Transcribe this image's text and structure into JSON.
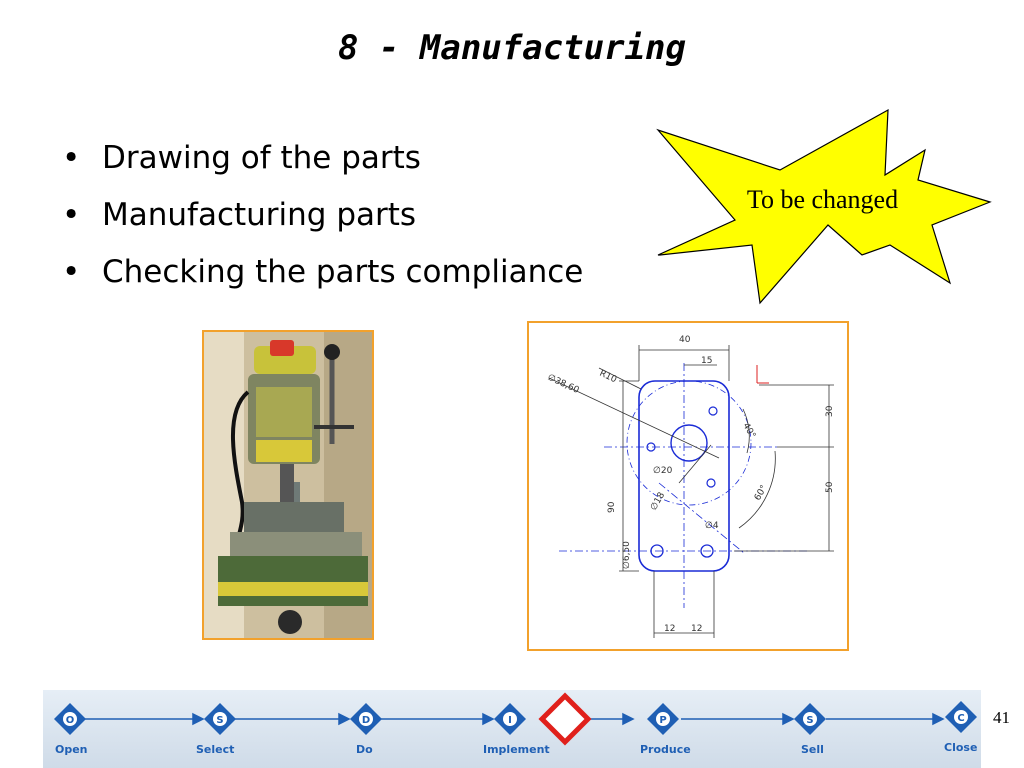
{
  "slide": {
    "title": "8 - Manufacturing",
    "bullets": [
      "Drawing  of the parts",
      "Manufacturing parts",
      "Checking the parts compliance"
    ],
    "callout": "To be changed",
    "page_number": "41"
  },
  "drawing": {
    "dims": {
      "d40": "40",
      "d15": "15",
      "d30": "30",
      "d50": "50",
      "d90": "90",
      "r10": "R10",
      "dia3860": "∅38,60",
      "a40": "40°",
      "a60": "60°",
      "dia20": "∅20",
      "dia18": "∅18",
      "dia4": "∅4",
      "dia650": "∅6,50",
      "d12a": "12",
      "d12b": "12"
    }
  },
  "footer": {
    "steps": [
      {
        "letter": "O",
        "label": "Open"
      },
      {
        "letter": "S",
        "label": "Select"
      },
      {
        "letter": "D",
        "label": "Do"
      },
      {
        "letter": "I",
        "label": "Implement"
      },
      {
        "letter": "P",
        "label": "Produce"
      },
      {
        "letter": "S",
        "label": "Sell"
      },
      {
        "letter": "C",
        "label": "Close"
      }
    ],
    "current_step": "Implement"
  },
  "colors": {
    "star_fill": "#ffff00",
    "frame": "#f2a12c",
    "step_blue": "#1f5fb4",
    "current_marker": "#e0201b"
  }
}
